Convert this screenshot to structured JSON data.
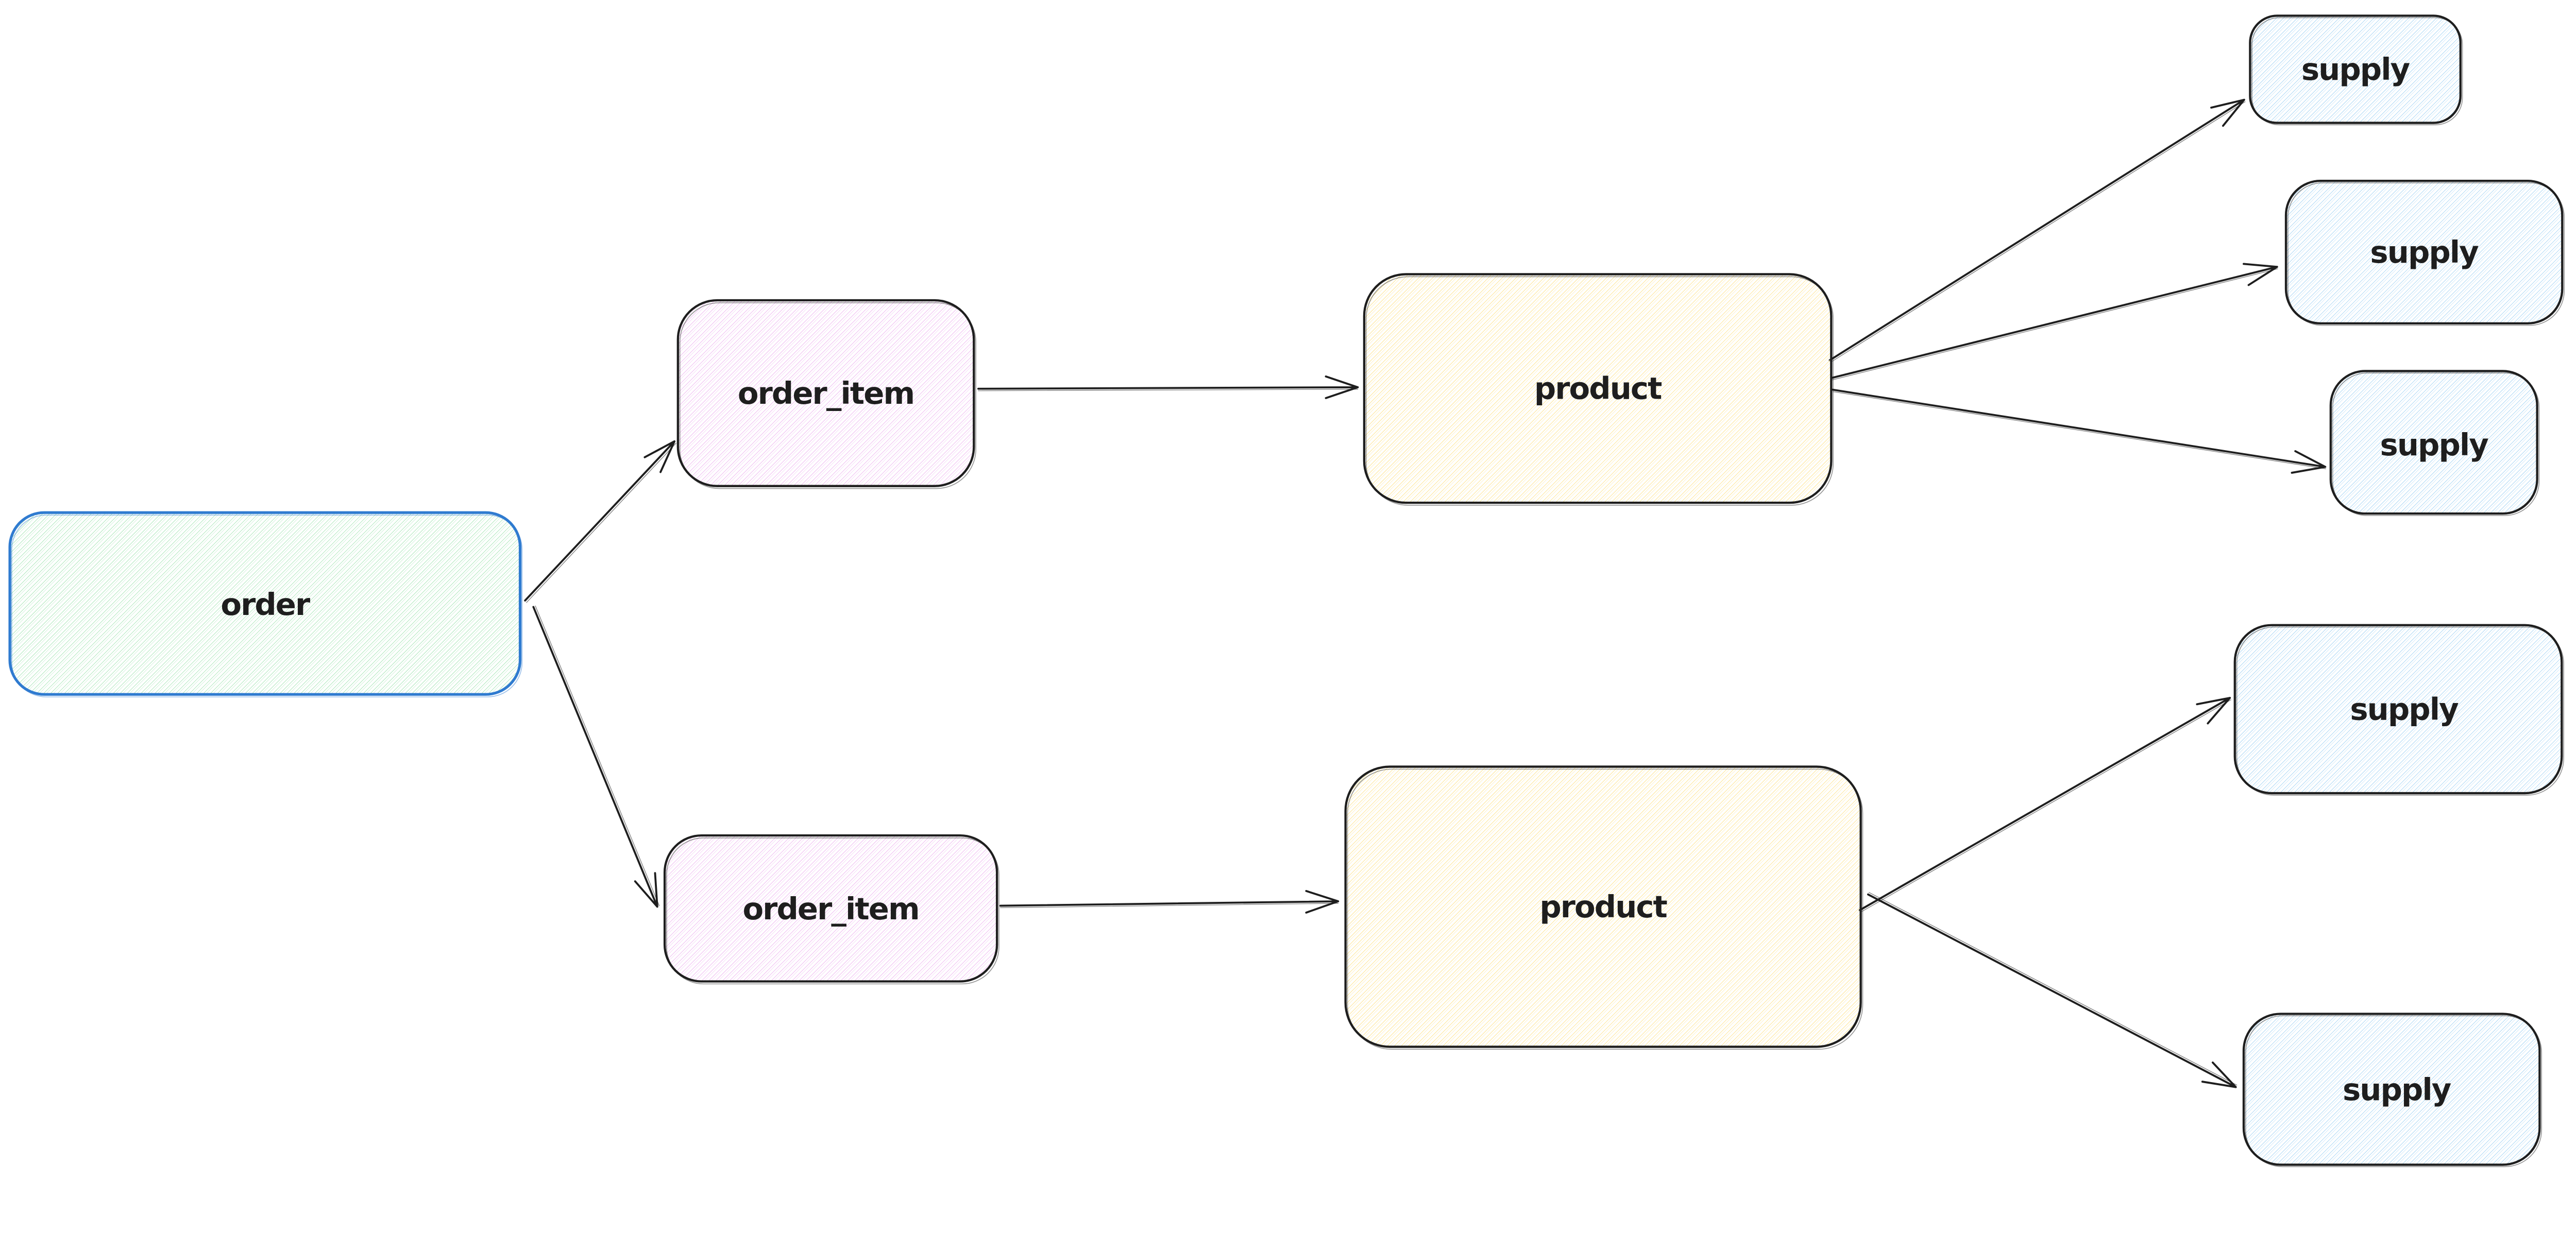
{
  "diagram": {
    "tool": "excalidraw-style-canvas",
    "colors": {
      "background": "#ffffff",
      "text": "#1e1e1e",
      "arrow": "#1e1e1e",
      "node_stroke": "#1e1e1e",
      "order_stroke": "#2f7bd0",
      "green_hachure": "#a9e6b8",
      "pink_hachure": "#efb9f1",
      "yellow_hachure": "#ffe48f",
      "blue_hachure": "#a9d6f5"
    },
    "nodes": {
      "order": {
        "label": "order",
        "fill": "green-hachure",
        "stroke": "blue"
      },
      "order_item_top": {
        "label": "order_item",
        "fill": "pink-hachure",
        "stroke": "dark"
      },
      "order_item_bottom": {
        "label": "order_item",
        "fill": "pink-hachure",
        "stroke": "dark"
      },
      "product_top": {
        "label": "product",
        "fill": "yellow-hachure",
        "stroke": "dark"
      },
      "product_bottom": {
        "label": "product",
        "fill": "yellow-hachure",
        "stroke": "dark"
      },
      "supply_1": {
        "label": "supply",
        "fill": "blue-hachure",
        "stroke": "dark"
      },
      "supply_2": {
        "label": "supply",
        "fill": "blue-hachure",
        "stroke": "dark"
      },
      "supply_3": {
        "label": "supply",
        "fill": "blue-hachure",
        "stroke": "dark"
      },
      "supply_4": {
        "label": "supply",
        "fill": "blue-hachure",
        "stroke": "dark"
      },
      "supply_5": {
        "label": "supply",
        "fill": "blue-hachure",
        "stroke": "dark"
      }
    },
    "edges": [
      {
        "from": "order",
        "to": "order_item_top"
      },
      {
        "from": "order",
        "to": "order_item_bottom"
      },
      {
        "from": "order_item_top",
        "to": "product_top"
      },
      {
        "from": "order_item_bottom",
        "to": "product_bottom"
      },
      {
        "from": "product_top",
        "to": "supply_1"
      },
      {
        "from": "product_top",
        "to": "supply_2"
      },
      {
        "from": "product_top",
        "to": "supply_3"
      },
      {
        "from": "product_bottom",
        "to": "supply_4"
      },
      {
        "from": "product_bottom",
        "to": "supply_5"
      }
    ]
  }
}
